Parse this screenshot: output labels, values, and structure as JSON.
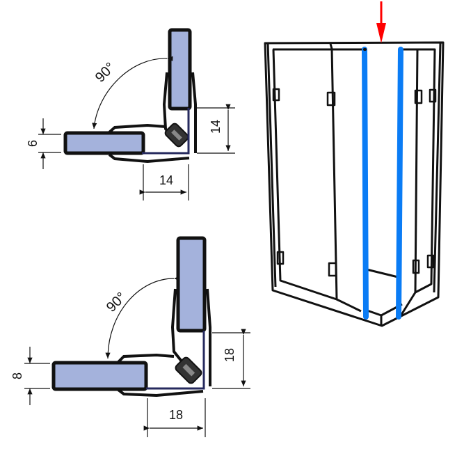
{
  "top_profile": {
    "angle_label": "90°",
    "glass_thickness_label": "6",
    "vertical_dim_label": "14",
    "horizontal_dim_label": "14"
  },
  "bottom_profile": {
    "angle_label": "90°",
    "glass_thickness_label": "8",
    "vertical_dim_label": "18",
    "horizontal_dim_label": "18"
  },
  "colors": {
    "glass": "#a4b2dc",
    "seal_highlight": "#0a7cf5",
    "arrow": "#ff0000",
    "outline": "#111111"
  }
}
